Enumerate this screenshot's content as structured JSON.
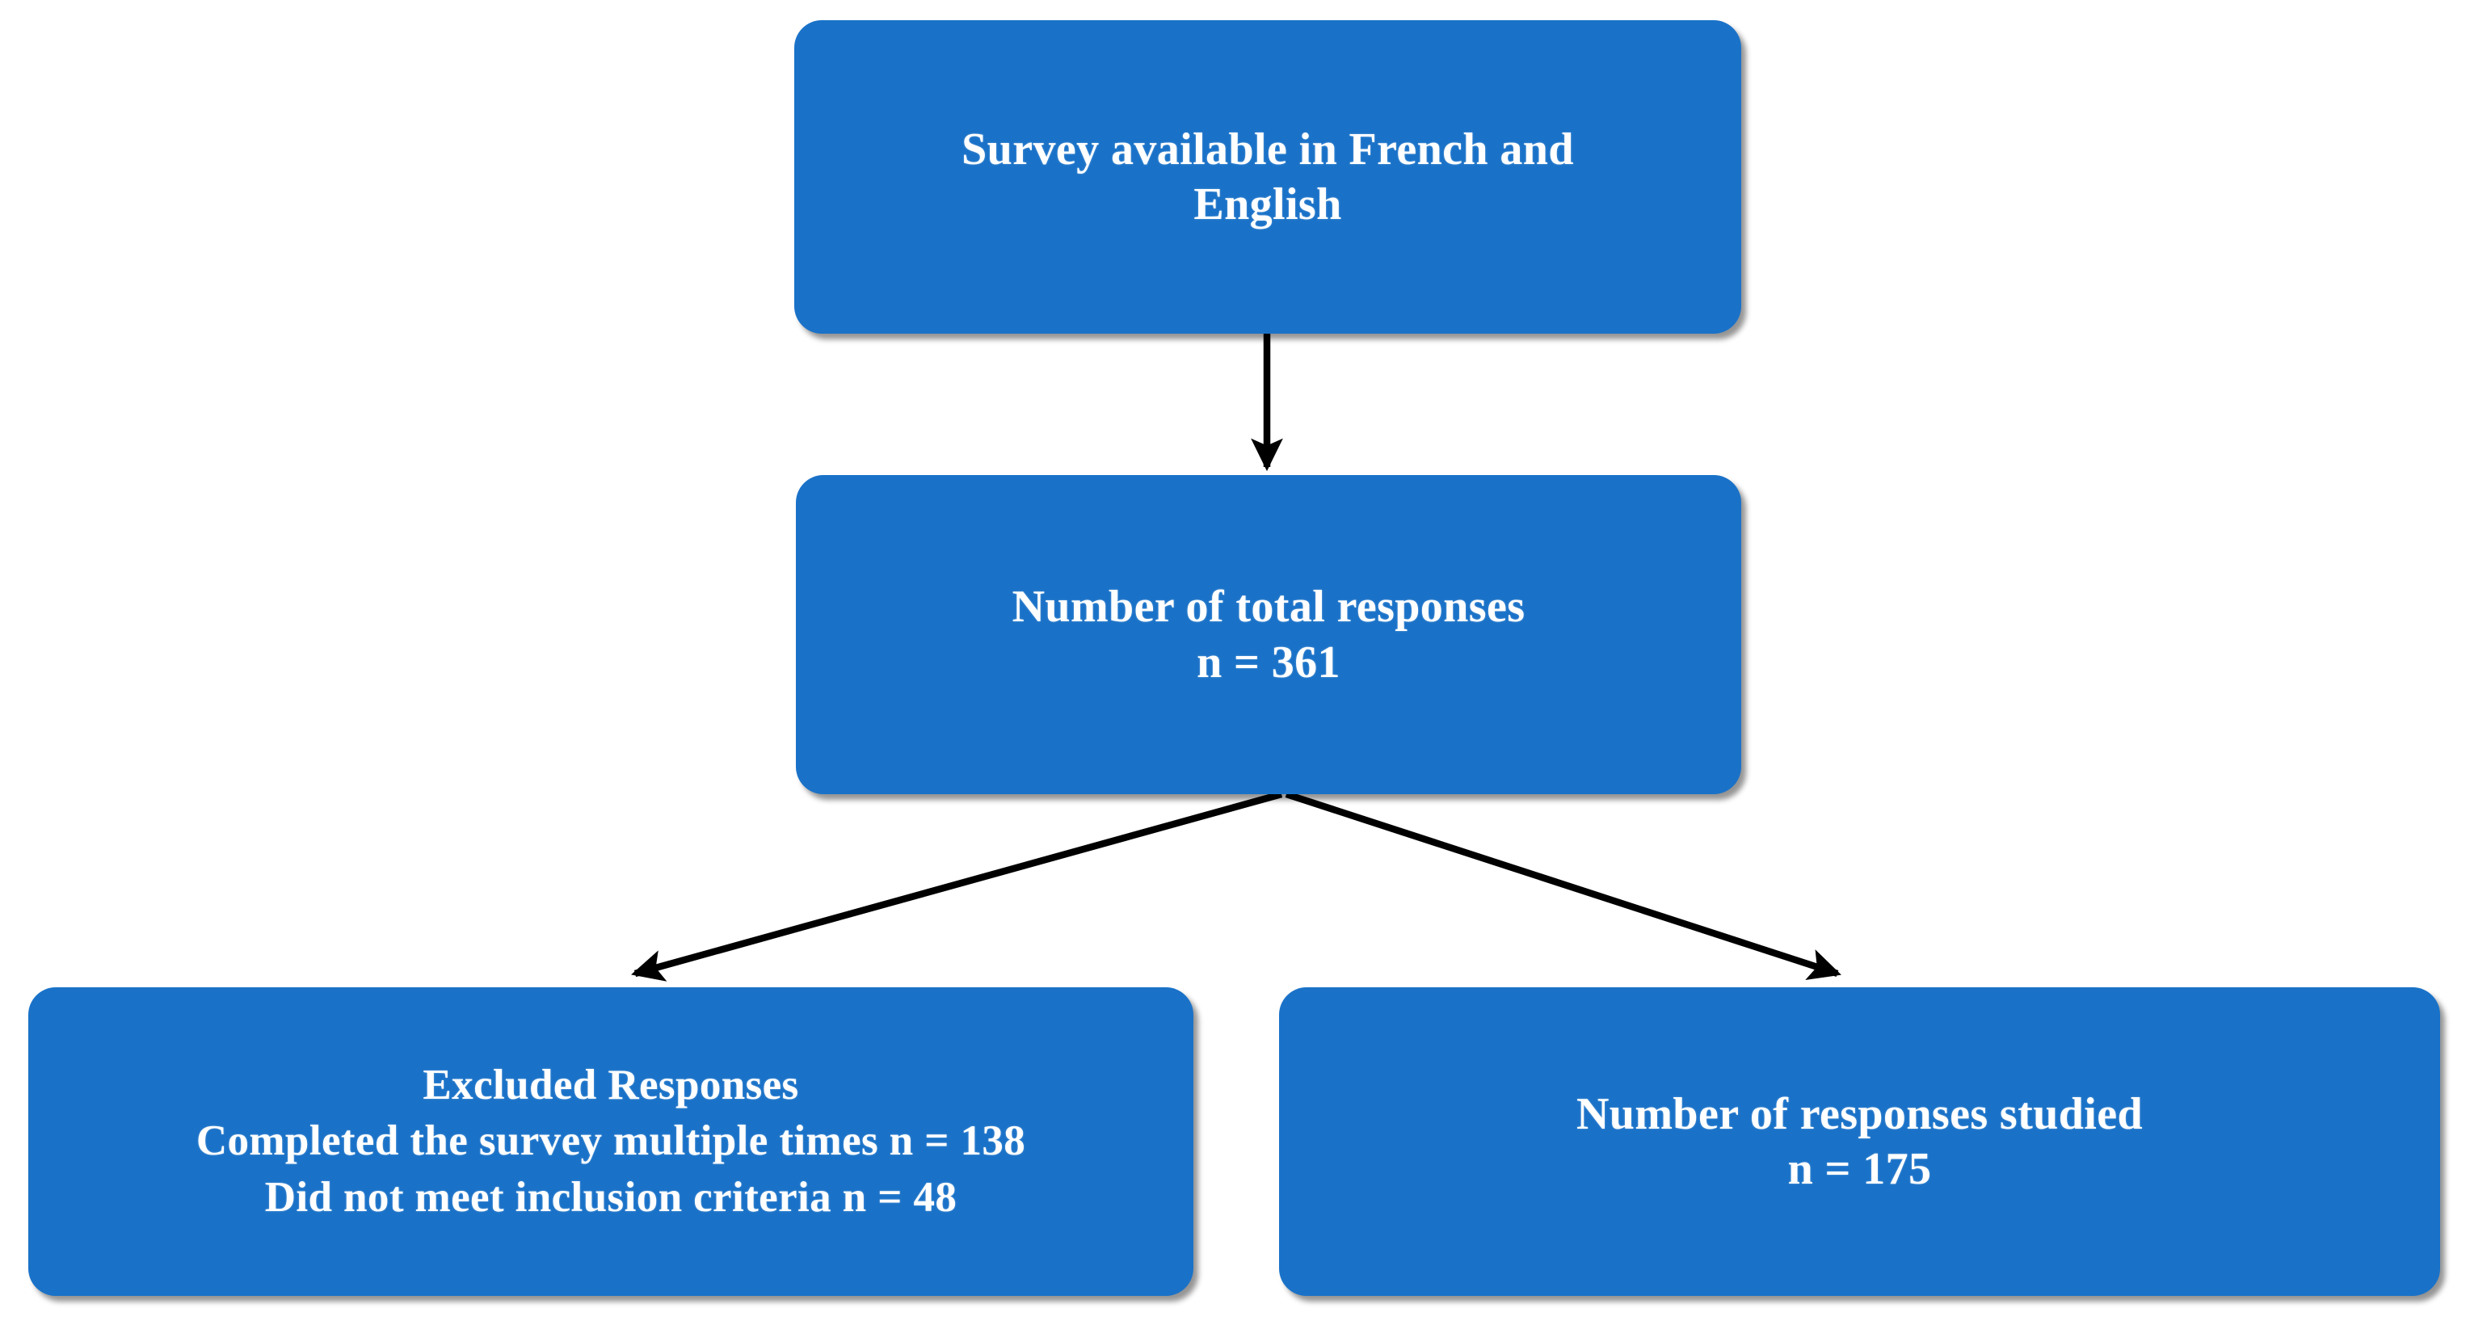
{
  "diagram": {
    "title": "Survey response flow diagram",
    "type": "flowchart",
    "background_color": "#ffffff",
    "box_fill_color": "#1a72c8",
    "box_text_color": "#ffffff",
    "connector_color": "#000000",
    "nodes": [
      {
        "id": "survey",
        "lines": [
          "Survey available in French and",
          "English"
        ]
      },
      {
        "id": "total",
        "lines": [
          "Number of total responses",
          "n = 361"
        ]
      },
      {
        "id": "excluded",
        "lines": [
          "Excluded Responses",
          "Completed the survey multiple times n = 138",
          "Did not meet inclusion criteria n = 48"
        ]
      },
      {
        "id": "studied",
        "lines": [
          "Number of responses studied",
          "n = 175"
        ]
      }
    ],
    "connectors": [
      {
        "id": "survey-to-total",
        "from": "survey",
        "to": "total",
        "style": "straight-arrow-down"
      },
      {
        "id": "total-to-excluded",
        "from": "total",
        "to": "excluded",
        "style": "diagonal-arrow-down-left"
      },
      {
        "id": "total-to-studied",
        "from": "total",
        "to": "studied",
        "style": "diagonal-arrow-down-right"
      }
    ]
  }
}
